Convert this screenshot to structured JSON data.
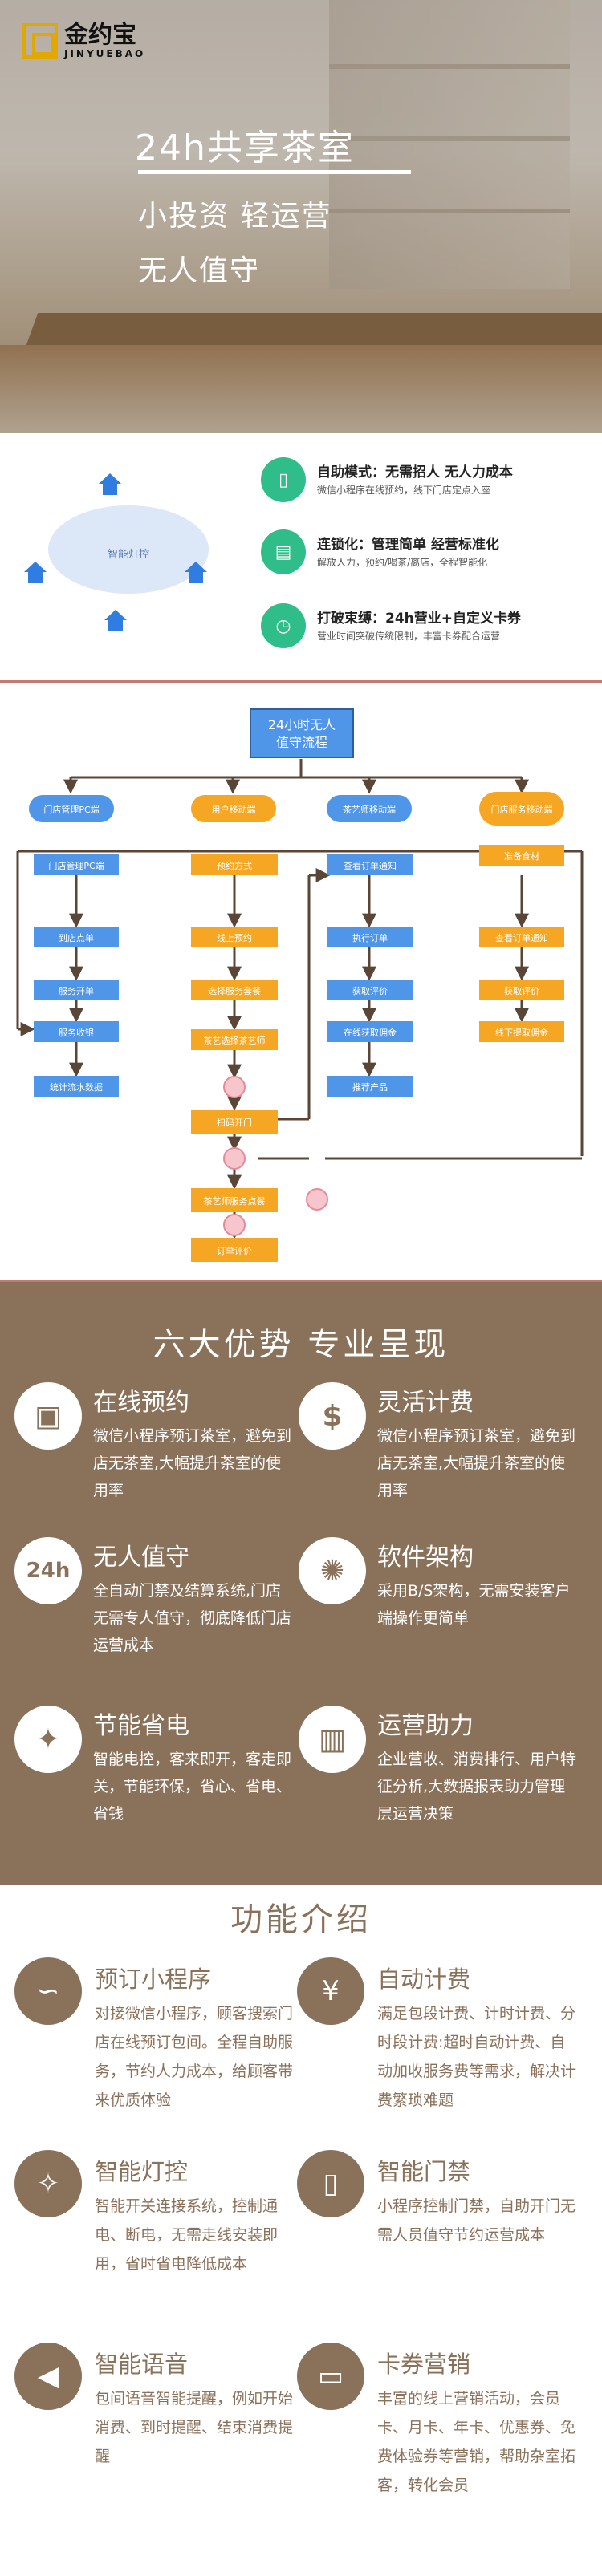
{
  "hero": {
    "logo_cn": "金约宝",
    "logo_en": "JINYUEBAO",
    "title": "24h共享茶室",
    "subtitle1": "小投资 轻运营",
    "subtitle2": "无人值守"
  },
  "features": {
    "cloud_label": "智能灯控",
    "items": [
      {
        "icon": "mobile-icon",
        "title": "自助模式：无需招人 无人力成本",
        "desc": "微信小程序在线预约，线下门店定点入座"
      },
      {
        "icon": "chain-icon",
        "title": "连锁化：管理简单 经营标准化",
        "desc": "解放人力，预约/喝茶/离店，全程智能化"
      },
      {
        "icon": "clock-icon",
        "title": "打破束缚：24h营业+自定义卡券",
        "desc": "营业时间突破传统限制，丰富卡券配合运营"
      }
    ]
  },
  "flow": {
    "title_line1": "24小时无人",
    "title_line2": "值守流程",
    "top": [
      "门店管理PC端",
      "用户移动端",
      "茶艺师移动端",
      "门店服务移动端"
    ],
    "col1": [
      "门店管理PC端",
      "到店点单",
      "服务开单",
      "服务收银",
      "统计流水数据"
    ],
    "col2": [
      "预约方式",
      "线上预约",
      "选择服务套餐",
      "茶艺选择茶艺师",
      "扫码开门",
      "茶艺师服务点餐",
      "订单评价"
    ],
    "col3": [
      "查看订单通知",
      "执行订单",
      "获取评价",
      "在线获取佣金",
      "推荐产品"
    ],
    "col4": [
      "准备食材",
      "查看订单通知",
      "获取评价",
      "线下提取佣金"
    ]
  },
  "advantages": {
    "title": "六大优势 专业呈现",
    "items": [
      {
        "icon": "calendar-clock-icon",
        "name": "在线预约",
        "desc": "微信小程序预订茶室，避免到店无茶室,大幅提升茶室的使用率"
      },
      {
        "icon": "dollar-icon",
        "name": "灵活计费",
        "desc": "微信小程序预订茶室，避免到店无茶室,大幅提升茶室的使用率"
      },
      {
        "icon": "24h-icon",
        "name": "无人值守",
        "desc": "全自动门禁及结算系统,门店无需专人值守，彻底降低门店运营成本"
      },
      {
        "icon": "network-icon",
        "name": "软件架构",
        "desc": "采用B/S架构，无需安装客户端操作更简单"
      },
      {
        "icon": "bulb-icon",
        "name": "节能省电",
        "desc": "智能电控，客来即开，客走即关，节能环保，省心、省电、省钱"
      },
      {
        "icon": "chart-icon",
        "name": "运营助力",
        "desc": "企业营收、消费排行、用户特征分析,大数据报表助力管理层运营决策"
      }
    ]
  },
  "functions": {
    "title": "功能介绍",
    "items": [
      {
        "icon": "miniprogram-icon",
        "name": "预订小程序",
        "desc": "对接微信小程序，顾客搜索门店在线预订包间。全程自助服务，节约人力成本，给顾客带来优质体验"
      },
      {
        "icon": "money-bag-icon",
        "name": "自动计费",
        "desc": "满足包段计费、计时计费、分时段计费:超时自动计费、自动加收服务费等需求，解决计费繁琐难题"
      },
      {
        "icon": "lightbulb-hand-icon",
        "name": "智能灯控",
        "desc": "智能开关连接系统，控制通电、断电，无需走线安装即用，省时省电降低成本"
      },
      {
        "icon": "door-icon",
        "name": "智能门禁",
        "desc": "小程序控制门禁，自助开门无需人员值守节约运营成本"
      },
      {
        "icon": "megaphone-icon",
        "name": "智能语音",
        "desc": "包间语音智能提醒，例如开始消费、到时提醒、结束消费提醒"
      },
      {
        "icon": "ticket-icon",
        "name": "卡券营销",
        "desc": "丰富的线上营销活动，会员卡、月卡、年卡、优惠券、免费体验券等营销，帮助杂室拓客，转化会员"
      }
    ]
  }
}
